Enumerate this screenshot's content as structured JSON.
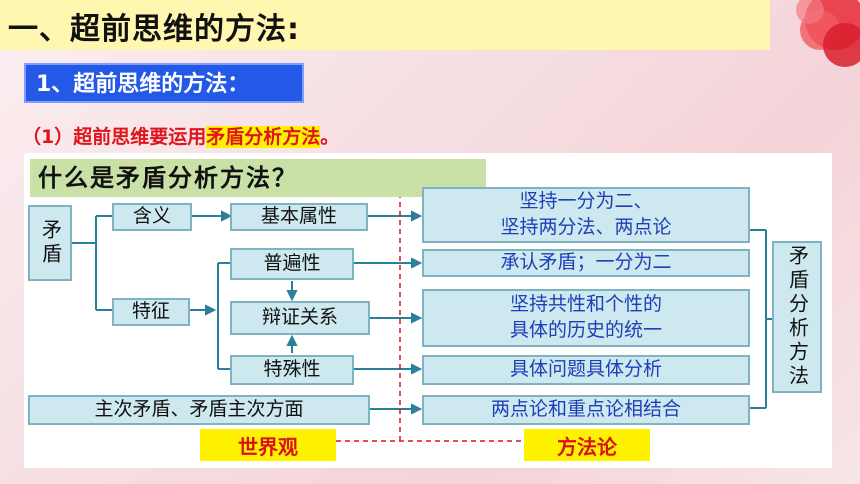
{
  "title": "一、超前思维的方法:",
  "subtitle": "1、超前思维的方法：",
  "requirement": {
    "prefix": "（1）超前思维要运用",
    "highlight": "矛盾分析方法",
    "suffix": "。"
  },
  "diagram": {
    "heading": "什么是矛盾分析方法？",
    "root": "矛盾",
    "meaning": "含义",
    "feature": "特征",
    "basic_attr": "基本属性",
    "universality": "普遍性",
    "dialectic": "辩证关系",
    "particularity": "特殊性",
    "primary_secondary": "主次矛盾、矛盾主次方面",
    "r1_line1": "坚持一分为二、",
    "r1_line2": "坚持两分法、两点论",
    "r2": "承认矛盾；一分为二",
    "r3_line1": "坚持共性和个性的",
    "r3_line2": "具体的历史的统一",
    "r4": "具体问题具体分析",
    "r5": "两点论和重点论相结合",
    "method_box": "矛盾分析方法",
    "worldview": "世界观",
    "methodology": "方法论"
  },
  "colors": {
    "title_bg": "#fff7b0",
    "badge_bg": "#2459e8",
    "accent_red": "#e0141c",
    "highlight_yellow": "#fff200",
    "box_fill": "#cde8ee",
    "heading_fill": "#c9e0a6"
  }
}
